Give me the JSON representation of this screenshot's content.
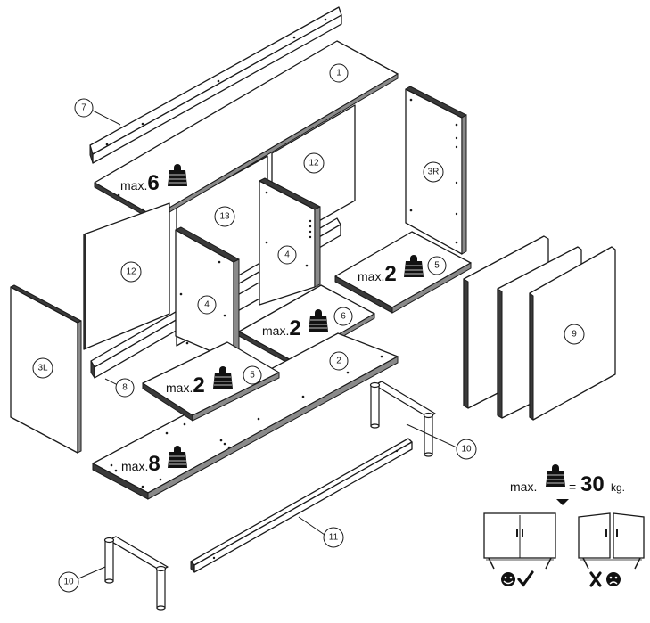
{
  "part_labels": {
    "p1": "1",
    "p2": "2",
    "p3l": "3L",
    "p3r": "3R",
    "p4a": "4",
    "p4b": "4",
    "p5a": "5",
    "p5b": "5",
    "p6": "6",
    "p7": "7",
    "p8": "8",
    "p9": "9",
    "p10a": "10",
    "p10b": "10",
    "p11": "11",
    "p12a": "12",
    "p12b": "12",
    "p13": "13"
  },
  "load_limits": {
    "prefix": "max.",
    "top_shelf": "6",
    "shelf_right": "2",
    "shelf_middle": "2",
    "shelf_left": "2",
    "bottom": "8"
  },
  "legend": {
    "prefix": "max.",
    "equals": "=",
    "value": "30",
    "unit": "kg."
  },
  "icons": {
    "weight": "weight-icon",
    "ok": "smiley-check-icon",
    "bad": "cross-frown-icon"
  }
}
